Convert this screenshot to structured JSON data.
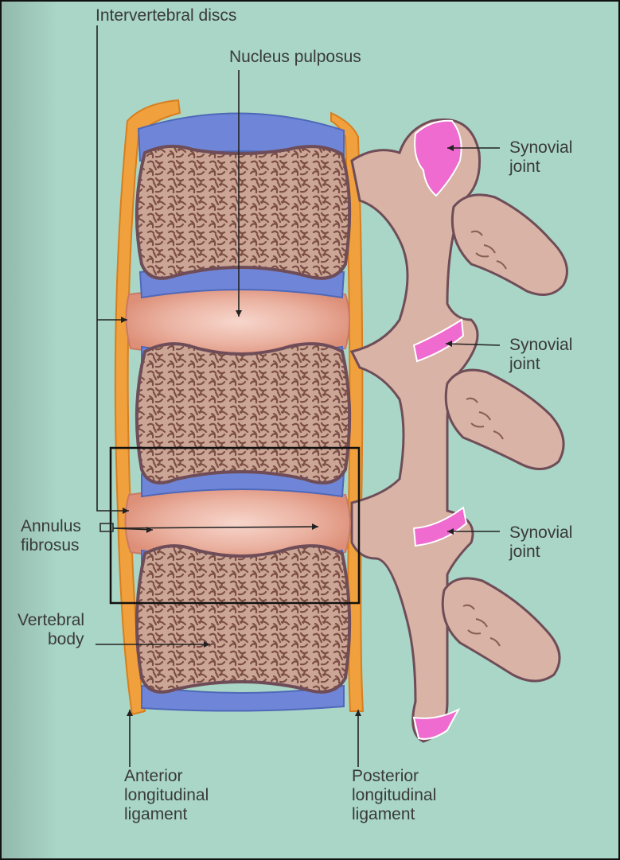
{
  "labels": {
    "intervertebral_discs": "Intervertebral discs",
    "nucleus_pulposus": "Nucleus pulposus",
    "synovial_joint_1": [
      "Synovial",
      "joint"
    ],
    "synovial_joint_2": [
      "Synovial",
      "joint"
    ],
    "synovial_joint_3": [
      "Synovial",
      "joint"
    ],
    "annulus_fibrosus": [
      "Annulus",
      "fibrosus"
    ],
    "vertebral_body": [
      "Vertebral",
      "body"
    ],
    "anterior_ligament": [
      "Anterior",
      "longitudinal",
      "ligament"
    ],
    "posterior_ligament": [
      "Posterior",
      "longitudinal",
      "ligament"
    ]
  },
  "colors": {
    "background": "#a9d6c6",
    "bone": "#d8b3a6",
    "bone_outline": "#6f4d58",
    "trabecular": "#8a5e52",
    "disc": "#e6a08e",
    "end_plate": "#6f86d8",
    "ligament": "#f0a03c",
    "synovial": "#ef6bcf"
  }
}
